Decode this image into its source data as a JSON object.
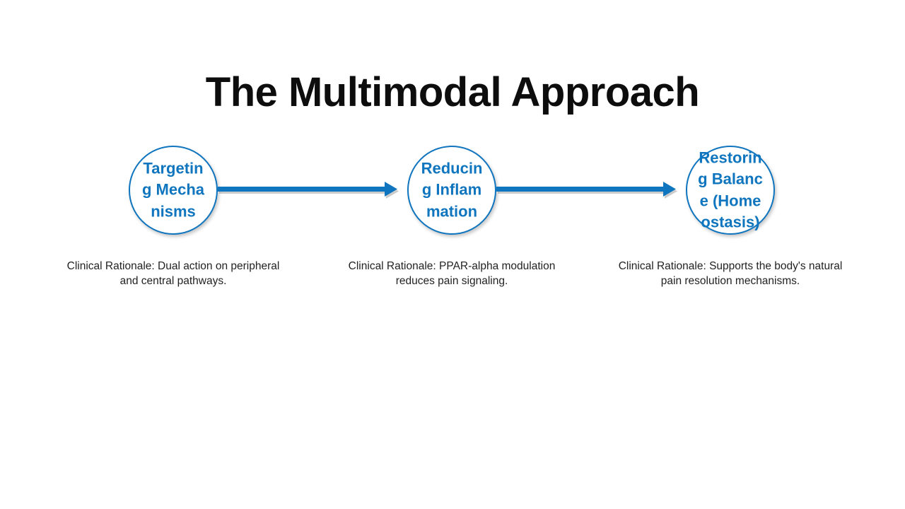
{
  "slide": {
    "title": "The Multimodal Approach",
    "background_color": "#ffffff",
    "accent_color": "#0f75be",
    "title_color": "#0d0d0d",
    "caption_color": "#222222"
  },
  "flow": {
    "type": "horizontal-process-flow",
    "connector_icon": "arrow-right-icon",
    "steps": [
      {
        "index": 1,
        "label": "Targeting Mechanisms",
        "caption": "Clinical Rationale: Dual action on peripheral and central pathways."
      },
      {
        "index": 2,
        "label": "Reducing Inflammation",
        "caption": "Clinical Rationale: PPAR-alpha modulation reduces pain signaling."
      },
      {
        "index": 3,
        "label": "Restoring Balance (Homeostasis)",
        "caption": "Clinical Rationale: Supports the body's natural pain resolution mechanisms."
      }
    ]
  }
}
